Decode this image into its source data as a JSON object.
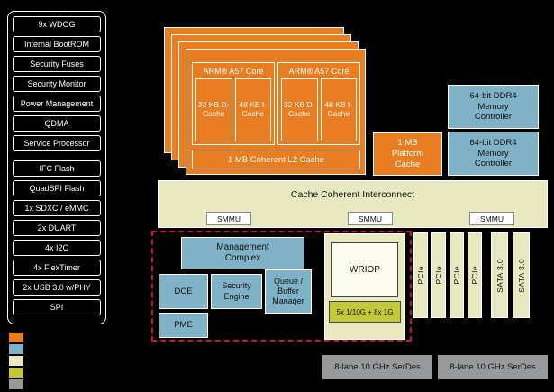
{
  "sidebar": {
    "items": [
      "9x WDOG",
      "Internal BootROM",
      "Security Fuses",
      "Security Monitor",
      "Power Management",
      "QDMA",
      "Service Processor",
      "IFC Flash",
      "QuadSPI Flash",
      "1x SDXC / eMMC",
      "2x DUART",
      "4x I2C",
      "4x FlexTimer",
      "2x USB 3.0 w/PHY",
      "SPI"
    ]
  },
  "cpu": {
    "cores": [
      {
        "label": "ARM® A57 Core",
        "dcache": "32 KB D-Cache",
        "icache": "48 KB I-Cache"
      },
      {
        "label": "ARM® A57 Core",
        "dcache": "32 KB D-Cache",
        "icache": "48 KB I-Cache"
      }
    ],
    "l2": "1 MB Coherent L2 Cache"
  },
  "platform_cache": "1 MB Platform Cache",
  "memory": {
    "controllers": [
      "64-bit DDR4 Memory Controller",
      "64-bit DDR4 Memory Controller"
    ]
  },
  "interconnect": {
    "label": "Cache Coherent Interconnect",
    "smmu": [
      "SMMU",
      "SMMU",
      "SMMU"
    ]
  },
  "accel": {
    "management_complex": "Management Complex",
    "dce": "DCE",
    "security_engine": "Security Engine",
    "queue_buffer_manager": "Queue / Buffer Manager",
    "pme": "PME"
  },
  "wriop": {
    "label": "WRIOP",
    "ethernet": "5x 1/10G + 8x 1G"
  },
  "io": {
    "slats": [
      "PCIe",
      "PCIe",
      "PCIe",
      "PCIe",
      "SATA 3.0",
      "SATA 3.0"
    ]
  },
  "serdes": [
    "8-lane 10 GHz SerDes",
    "8-lane 10 GHz SerDes"
  ],
  "legend": {
    "colors": [
      "#E87D21",
      "#7FB2C6",
      "#E8E9C0",
      "#C3CA3A",
      "#97999B"
    ]
  },
  "colors": {
    "orange": "#E87D21",
    "teal": "#7FB2C6",
    "khaki": "#E8E9C0",
    "olive": "#C3CA3A",
    "gray": "#97999B",
    "red_dashed": "#C8103E"
  }
}
